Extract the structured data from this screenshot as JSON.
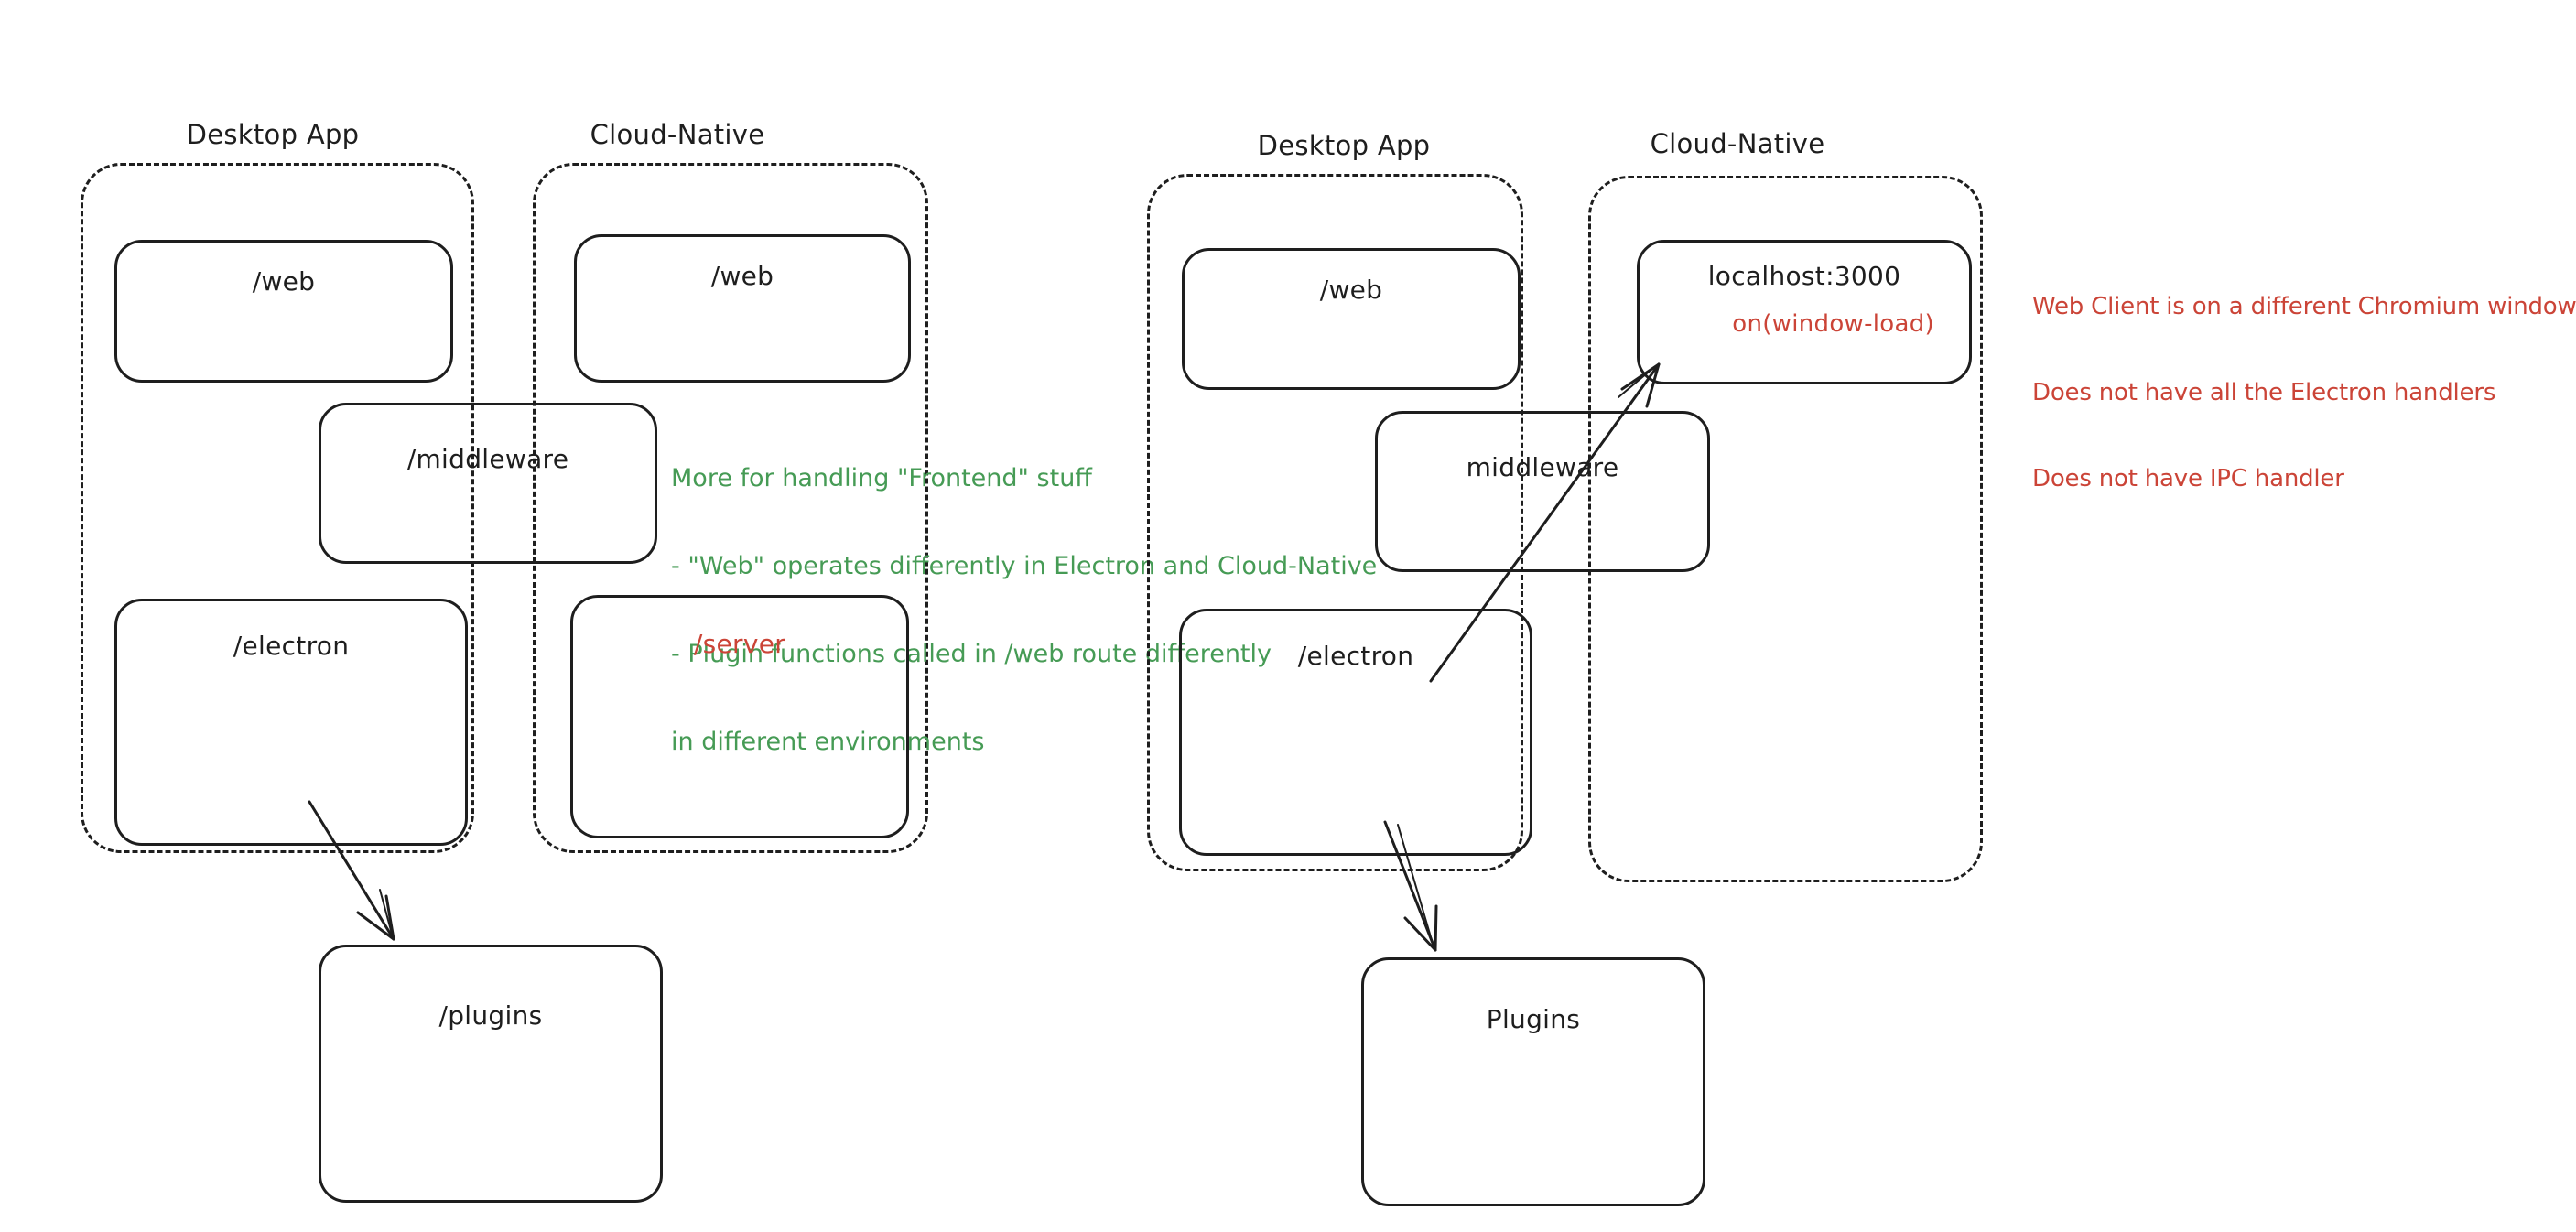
{
  "colors": {
    "ink": "#1e1e1e",
    "red": "#cb4437",
    "green": "#469b55",
    "canvas": "#ffffff"
  },
  "left": {
    "desktop_label": "Desktop App",
    "cloud_label": "Cloud-Native",
    "web_desktop": "/web",
    "web_cloud": "/web",
    "middleware": "/middleware",
    "electron": "/electron",
    "server": "/server",
    "plugins": "/plugins",
    "note_lines": [
      "More for handling \"Frontend\" stuff",
      "- \"Web\" operates differently in Electron and Cloud-Native",
      "- Plugin functions called in /web route differently",
      "in different environments"
    ]
  },
  "right": {
    "desktop_label": "Desktop App",
    "cloud_label": "Cloud-Native",
    "web_desktop": "/web",
    "localhost": "localhost:3000",
    "window_event": "on(window-load)",
    "middleware": "middleware",
    "electron": "/electron",
    "plugins": "Plugins",
    "note_lines": [
      "Web Client is on a different Chromium window",
      "Does not have all the Electron handlers",
      "Does not have IPC handler"
    ]
  }
}
